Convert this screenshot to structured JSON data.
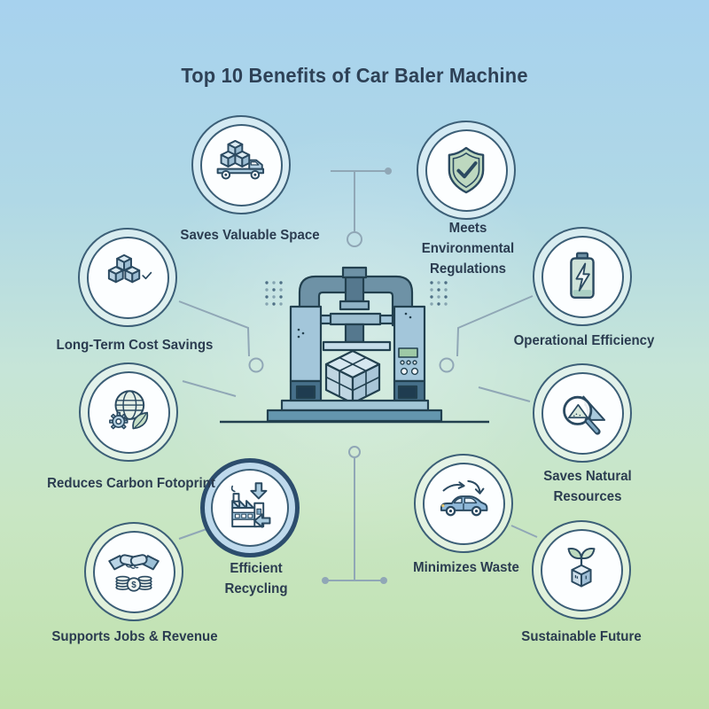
{
  "title": "Top 10 Benefits of Car Baler Machine",
  "center_illustration": "car-baler-press-machine",
  "benefits": [
    {
      "label": "Saves Valuable Space",
      "icon": "truck-with-cubes-icon"
    },
    {
      "label": "Meets Environmental Regulations",
      "icon": "shield-check-icon"
    },
    {
      "label": "Long-Term Cost Savings",
      "icon": "stacked-cubes-check-icon"
    },
    {
      "label": "Operational Efficiency",
      "icon": "battery-lightning-icon"
    },
    {
      "label": "Reduces Carbon Fotoprint",
      "icon": "globe-gear-leaf-icon"
    },
    {
      "label": "Saves Natural Resources",
      "icon": "magnifier-mountains-icon"
    },
    {
      "label": "Efficient Recycling",
      "icon": "factory-recycle-arrows-icon"
    },
    {
      "label": "Minimizes Waste",
      "icon": "car-cycle-arrows-icon"
    },
    {
      "label": "Supports Jobs & Revenue",
      "icon": "handshake-coins-icon"
    },
    {
      "label": "Sustainable Future",
      "icon": "cube-sprout-icon"
    }
  ],
  "colors": {
    "background_top": "#a7d2ee",
    "background_bottom": "#bfe1ab",
    "text_dark": "#2b3c50",
    "circle_border": "#3c5f77",
    "connector_gray": "#90a7b6",
    "machine_light_blue": "#a3c6da",
    "machine_dark_blue": "#47708a",
    "shield_green": "#bdd8bf"
  }
}
